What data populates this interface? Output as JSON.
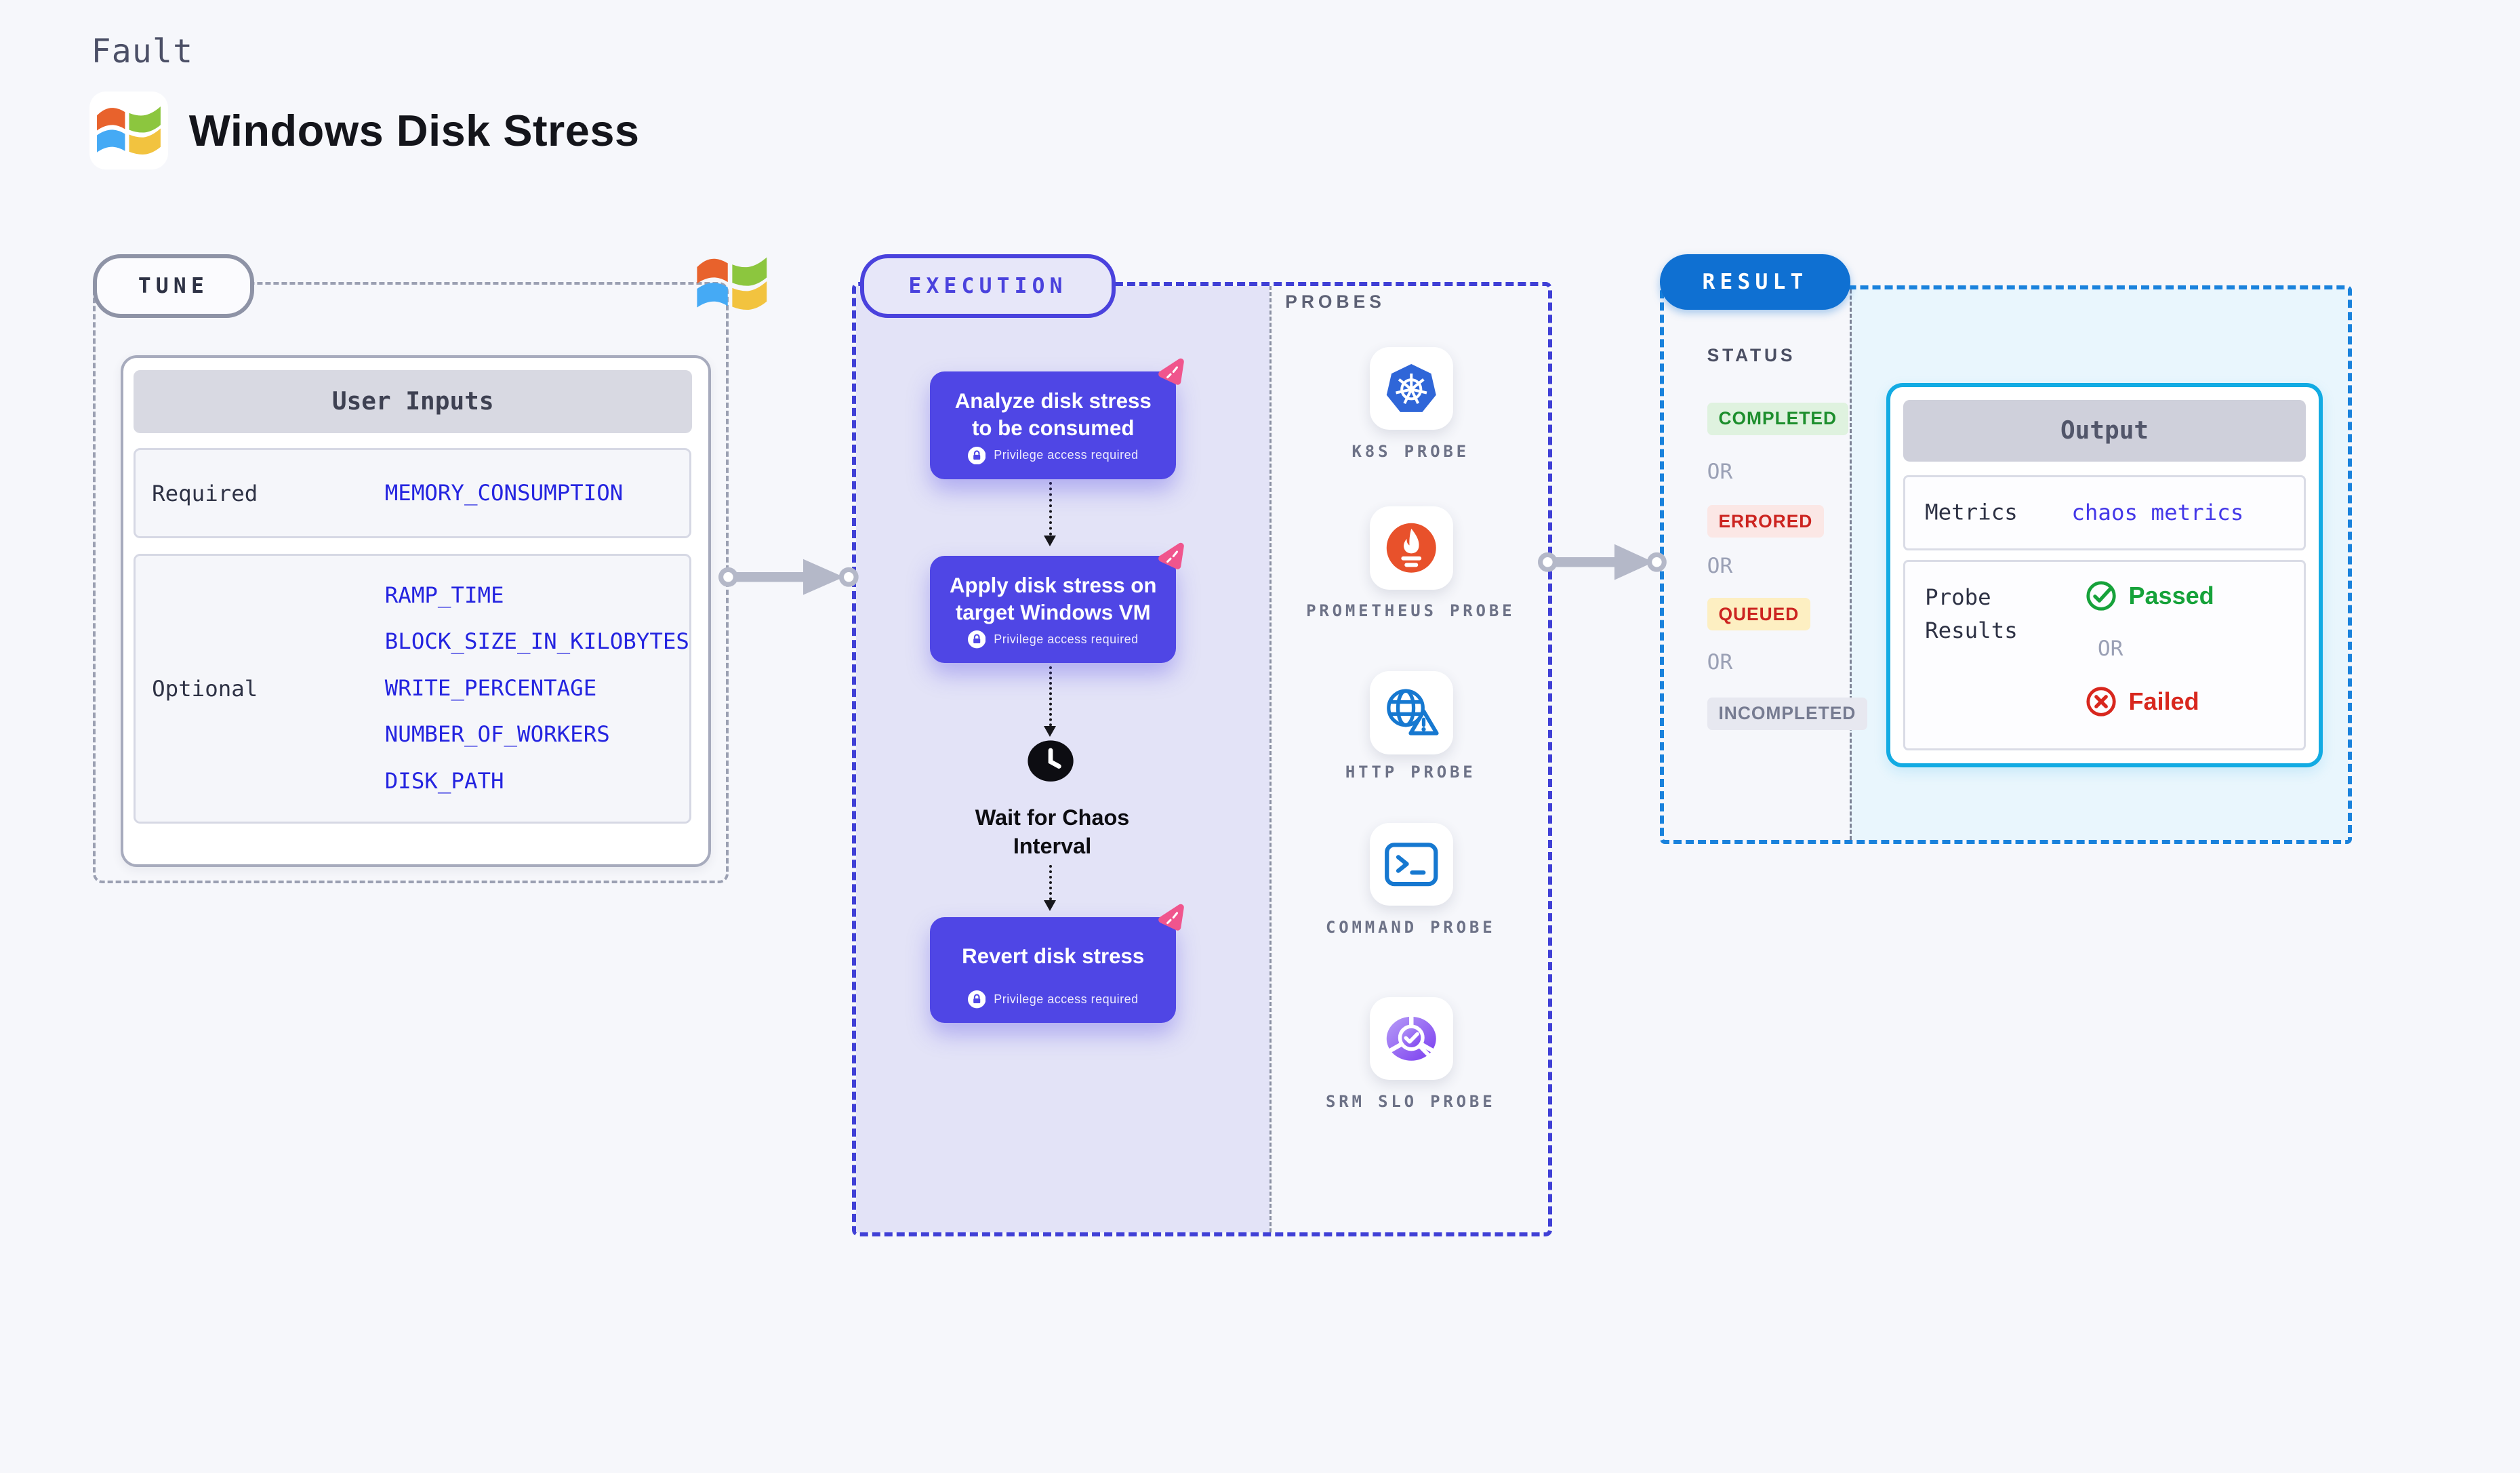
{
  "header": {
    "eyebrow": "Fault",
    "title": "Windows Disk Stress"
  },
  "tune": {
    "label": "TUNE",
    "user_inputs": {
      "title": "User Inputs",
      "required_label": "Required",
      "required_params": [
        "MEMORY_CONSUMPTION"
      ],
      "optional_label": "Optional",
      "optional_params": [
        "RAMP_TIME",
        "BLOCK_SIZE_IN_KILOBYTES",
        "WRITE_PERCENTAGE",
        "NUMBER_OF_WORKERS",
        "DISK_PATH"
      ]
    }
  },
  "execution": {
    "label": "EXECUTION",
    "steps": [
      {
        "title": "Analyze disk stress to be consumed",
        "badge": "Privilege access required"
      },
      {
        "title": "Apply disk stress on target Windows VM",
        "badge": "Privilege access required"
      },
      {
        "title": "Revert disk stress",
        "badge": "Privilege access required"
      }
    ],
    "wait_label": "Wait for Chaos Interval"
  },
  "probes": {
    "label": "PROBES",
    "items": [
      {
        "name": "K8S PROBE",
        "icon": "k8s-icon"
      },
      {
        "name": "PROMETHEUS PROBE",
        "icon": "prometheus-icon"
      },
      {
        "name": "HTTP PROBE",
        "icon": "http-icon"
      },
      {
        "name": "COMMAND PROBE",
        "icon": "command-icon"
      },
      {
        "name": "SRM SLO PROBE",
        "icon": "srm-slo-icon"
      }
    ]
  },
  "result": {
    "label": "RESULT",
    "status_label": "STATUS",
    "or_label": "OR",
    "statuses": [
      {
        "label": "COMPLETED",
        "fg": "#1d8e2d",
        "bg": "#dff2df"
      },
      {
        "label": "ERRORED",
        "fg": "#cc2420",
        "bg": "#fbe7e5"
      },
      {
        "label": "QUEUED",
        "fg": "#cc2420",
        "bg": "#fdefc2"
      },
      {
        "label": "INCOMPLETED",
        "fg": "#767b91",
        "bg": "#e7e8f0"
      }
    ],
    "output": {
      "title": "Output",
      "metrics_label": "Metrics",
      "metrics_value": "chaos metrics",
      "probe_results_label": "Probe Results",
      "passed_label": "Passed",
      "failed_label": "Failed"
    }
  },
  "colors": {
    "page_bg": "#f6f7fb",
    "step_purple": "#4f46e5",
    "execution_lavender": "#e3e3f7",
    "execution_border": "#4040d6",
    "tune_border": "#9ba0b2",
    "result_pill_blue": "#0f70d2",
    "result_border": "#1a82dc",
    "result_fill": "#e9f6fd",
    "output_border": "#12abe3",
    "param_blue": "#2424e0",
    "metrics_value_blue": "#4438e8",
    "passed_green": "#16a23a",
    "failed_red": "#d8271e",
    "chaos_pink": "#f0558d",
    "windows_red": "#e8622c",
    "windows_green": "#8cc63e",
    "windows_blue": "#45aaf5",
    "windows_yellow": "#f2c33f"
  }
}
